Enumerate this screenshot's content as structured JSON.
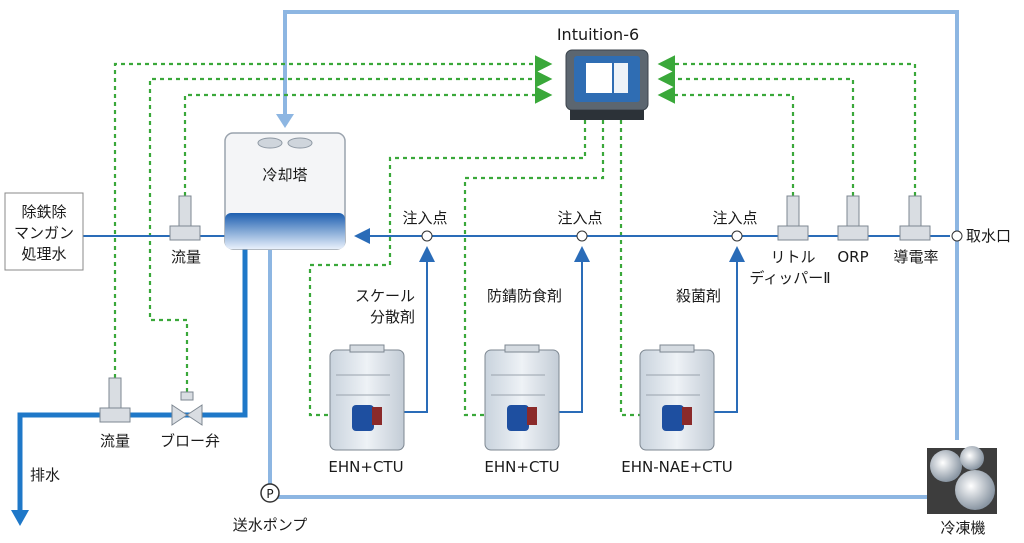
{
  "controller": {
    "name": "Intuition-6"
  },
  "tower": {
    "label": "冷却塔"
  },
  "source_box": {
    "lines": [
      "除鉄除",
      "マンガン",
      "処理水"
    ]
  },
  "sensors": {
    "flow_top": "流量",
    "flow_bottom": "流量",
    "blow_valve": "ブロー弁",
    "dipper": [
      "リトル",
      "ディッパーⅡ"
    ],
    "orp": "ORP",
    "conductivity": "導電率"
  },
  "injection_points": [
    "注入点",
    "注入点",
    "注入点"
  ],
  "intake": "取水口",
  "chemicals": {
    "scale": [
      "スケール",
      "分散剤"
    ],
    "anticorrosion": "防錆防食剤",
    "biocide": "殺菌剤"
  },
  "pumps": [
    "EHN+CTU",
    "EHN+CTU",
    "EHN-NAE+CTU"
  ],
  "drain": "排水",
  "feed_pump": {
    "symbol": "P",
    "label": "送水ポンプ"
  },
  "chiller": "冷凍機",
  "colors": {
    "loop_pipe": "#8db6e2",
    "process_line": "#2a6cb8",
    "drain_pipe": "#1f78c8",
    "signal_line": "#3aa83a"
  }
}
